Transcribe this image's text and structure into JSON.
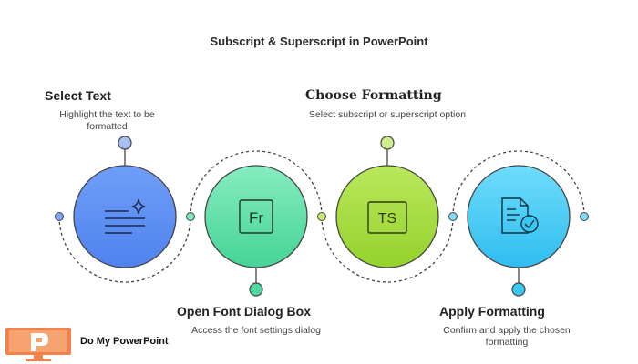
{
  "title": "Subscript & Superscript in PowerPoint",
  "steps": [
    {
      "title": "Select Text",
      "description": "Highlight the text to be formatted",
      "icon": "text-sparkle-icon",
      "color": "#5b8ef5"
    },
    {
      "title": "Open Font Dialog Box",
      "description": "Access the font settings dialog",
      "icon": "font-Fr-icon",
      "icon_text": "Fr",
      "color": "#4fd9a0"
    },
    {
      "title": "Choose Formatting",
      "description": "Select subscript or superscript option",
      "icon": "TS-icon",
      "icon_text": "TS",
      "color": "#a2dc3c"
    },
    {
      "title": "Apply Formatting",
      "description": "Confirm and apply the chosen formatting",
      "icon": "document-check-icon",
      "color": "#38c8f4"
    }
  ],
  "brand": {
    "name": "Do My PowerPoint",
    "icon": "powerpoint-logo-icon",
    "color": "#f0824e"
  }
}
